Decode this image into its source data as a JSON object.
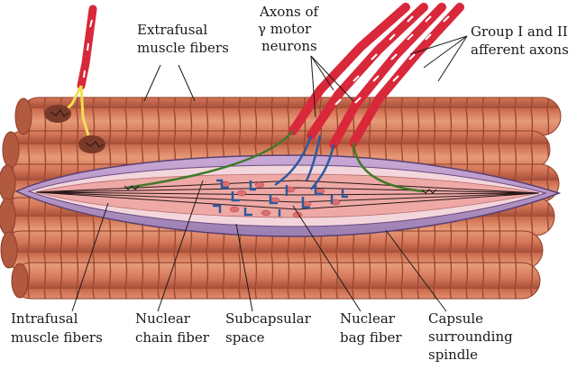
{
  "labels": {
    "extrafusal": [
      "Extrafusal",
      "muscle fibers"
    ],
    "axons_gamma": [
      "Axons of",
      "γ motor",
      "neurons"
    ],
    "group_afferent": [
      "Group I and II",
      "afferent axons"
    ],
    "intrafusal": [
      "Intrafusal",
      "muscle fibers"
    ],
    "nuclear_chain": [
      "Nuclear",
      "chain fiber"
    ],
    "subcapsular": [
      "Subcapsular",
      "space"
    ],
    "nuclear_bag": [
      "Nuclear",
      "bag fiber"
    ],
    "capsule": [
      "Capsule",
      "surrounding",
      "spindle"
    ]
  },
  "colors": {
    "muscle": "#d97a5a",
    "muscle_dark": "#a8513a",
    "capsule": "#b59ac4",
    "spindle_inner": "#f2b8b0",
    "axon_red": "#d8283a",
    "sensory_blue": "#2c5aa0",
    "motor_green": "#3f7a2a",
    "yellow_axon": "#f4e04a"
  }
}
